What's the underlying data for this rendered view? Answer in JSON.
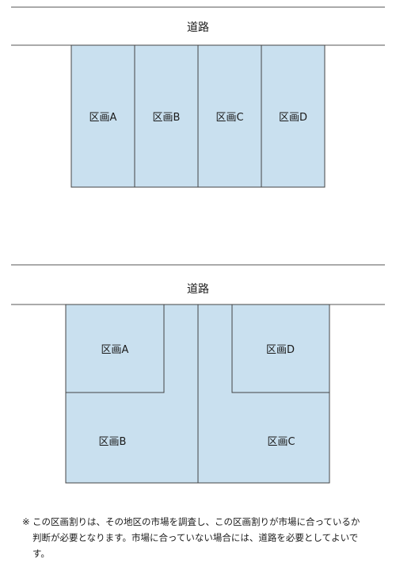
{
  "colors": {
    "lot_fill": "#c9e0ef",
    "lot_stroke": "#444444",
    "road_line": "#555555"
  },
  "layout1": {
    "road_label": "道路",
    "lots": [
      {
        "id": "a",
        "label": "区画A"
      },
      {
        "id": "b",
        "label": "区画B"
      },
      {
        "id": "c",
        "label": "区画C"
      },
      {
        "id": "d",
        "label": "区画D"
      }
    ]
  },
  "layout2": {
    "road_label": "道路",
    "lots": [
      {
        "id": "a",
        "label": "区画A"
      },
      {
        "id": "b",
        "label": "区画B"
      },
      {
        "id": "c",
        "label": "区画C"
      },
      {
        "id": "d",
        "label": "区画D"
      }
    ]
  },
  "note": {
    "mark": "※",
    "line1": "この区画割りは、その地区の市場を調査し、この区画割りが市場に合っているか",
    "line2": "判断が必要となります。市場に合っていない場合には、道路を必要としてよいで",
    "line3": "す。"
  }
}
